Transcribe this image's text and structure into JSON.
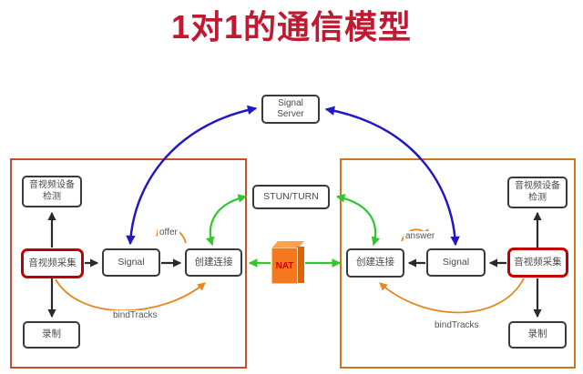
{
  "title": "1对1的通信模型",
  "diagram": {
    "servers": {
      "signal_server": "Signal Server",
      "stun_turn": "STUN/TURN",
      "nat": "NAT"
    },
    "left_peer": {
      "device_detect_line1": "音视频设备",
      "device_detect_line2": "检测",
      "capture": "音视频采集",
      "signal": "Signal",
      "create_connection": "创建连接",
      "record": "录制",
      "offer_label": "offer",
      "bind_tracks_label": "bindTracks"
    },
    "right_peer": {
      "device_detect_line1": "音视频设备",
      "device_detect_line2": "检测",
      "capture": "音视频采集",
      "signal": "Signal",
      "create_connection": "创建连接",
      "record": "录制",
      "answer_label": "answer",
      "bind_tracks_label": "bindTracks"
    },
    "colors": {
      "title_red": "#C01A32",
      "container_border_left": "#C4512B",
      "container_border_right": "#CF7420",
      "capture_box_border": "#C00000",
      "blue_arrow": "#2218C2",
      "green_arrow": "#2FC82F",
      "orange_arrow": "#E8871E",
      "black_arrow": "#2A2A2A",
      "nat_fill": "#F5771E",
      "nat_side_fill": "#E06206",
      "nat_text": "#D40000"
    }
  }
}
